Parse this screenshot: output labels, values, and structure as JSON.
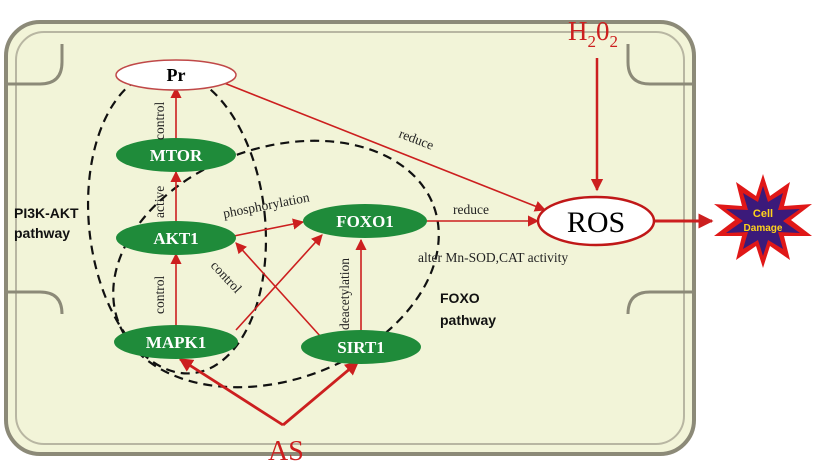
{
  "colors": {
    "cell_fill": "#f2f4d8",
    "cell_stroke": "#8c8a78",
    "node_green": "#1f8b3a",
    "arrow_red": "#cc1f1f",
    "burst_outer": "#e01818",
    "burst_inner": "#3b1a7a",
    "burst_text": "#ffd21a"
  },
  "external": {
    "h2o2": {
      "main": "H",
      "sub1": "2",
      "mid": "0",
      "sub2": "2"
    },
    "as": "AS"
  },
  "nodes": {
    "pr": "Pr",
    "mtor": "MTOR",
    "akt1": "AKT1",
    "foxo1": "FOXO1",
    "mapk1": "MAPK1",
    "sirt1": "SIRT1",
    "ros": "ROS"
  },
  "cell_damage": {
    "line1": "Cell",
    "line2": "Damage"
  },
  "edge_labels": {
    "pr_ros": "reduce",
    "mtor_pr": "control",
    "akt1_mtor": "active",
    "akt1_foxo1": "phosphorylation",
    "foxo1_ros": "reduce",
    "foxo1_activity": "alter Mn-SOD,CAT activity",
    "mapk1_akt1": "control",
    "sirt1_akt1": "control",
    "sirt1_foxo1": "deacetylation"
  },
  "pathways": {
    "pi3k": {
      "line1": "PI3K-AKT",
      "line2": "pathway"
    },
    "foxo": {
      "line1": "FOXO",
      "line2": "pathway"
    }
  }
}
